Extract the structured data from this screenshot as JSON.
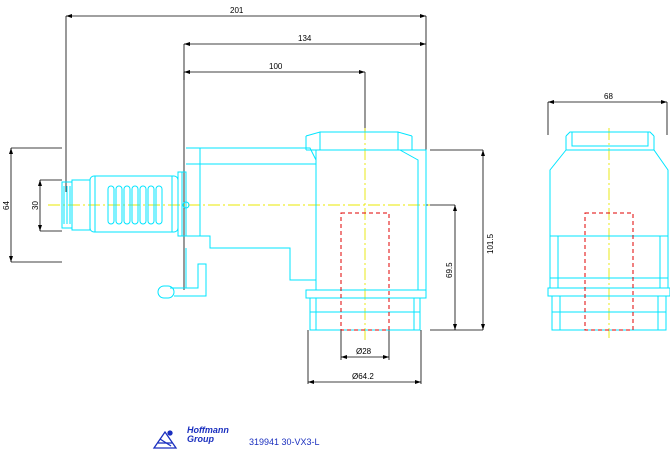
{
  "dimensions": {
    "d201": "201",
    "d134": "134",
    "d100": "100",
    "d68": "68",
    "d64": "64",
    "d30": "30",
    "d101_5": "101.5",
    "d69_5": "69.5",
    "d28": "Ø28",
    "d64_2": "Ø64.2"
  },
  "title_block": {
    "logo_line1": "Hoffmann",
    "logo_line2": "Group",
    "part_number": "319941 30-VX3-L"
  },
  "colors": {
    "outline": "#00e5ff",
    "centerline": "#e8e800",
    "hidden": "#e00000",
    "dimension": "#000000",
    "logo": "#1a2fbf"
  }
}
